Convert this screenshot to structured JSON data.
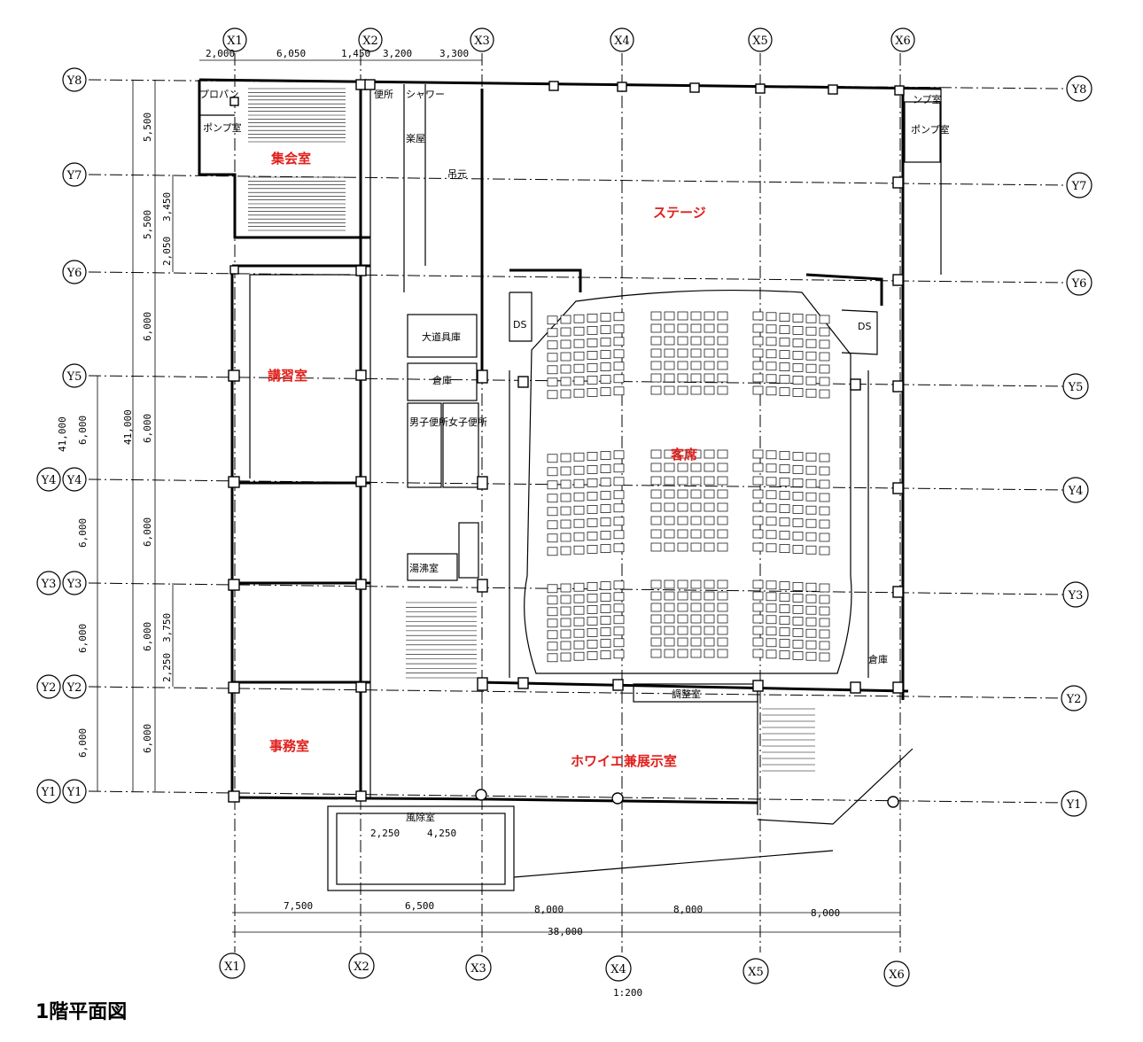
{
  "drawing": {
    "caption": "1階平面図",
    "scale": "1:200"
  },
  "axes_x": [
    "X1",
    "X2",
    "X3",
    "X4",
    "X5",
    "X6"
  ],
  "axes_y": [
    "Y1",
    "Y2",
    "Y3",
    "Y4",
    "Y5",
    "Y6",
    "Y7",
    "Y8"
  ],
  "dims_top": [
    "2,000",
    "6,050",
    "1,450",
    "3,200",
    "3,300"
  ],
  "dims_bottom": [
    "7,500",
    "6,500",
    "8,000",
    "8,000",
    "8,000"
  ],
  "dim_total_x": "38,000",
  "dims_left_outer": [
    "5,500",
    "5,500",
    "6,000",
    "6,000",
    "6,000",
    "6,000",
    "6,000"
  ],
  "dims_left_inner": [
    "3,450",
    "2,050",
    "3,750",
    "2,250"
  ],
  "dim_total_y": "41,000",
  "dims_left_far": [
    "6,000",
    "6,000",
    "6,000",
    "6,000"
  ],
  "dims_entrance": [
    "2,250",
    "4,250"
  ],
  "rooms_main": {
    "assembly": "集会室",
    "stage": "ステージ",
    "lecture": "講習室",
    "audience": "客席",
    "office": "事務室",
    "foyer": "ホワイエ兼展示室"
  },
  "rooms_minor": {
    "propane": "プロパン",
    "pump_left": "ポンプ室",
    "toilet": "便所",
    "shower": "シャワー",
    "dressing": "楽屋",
    "fly": "吊元",
    "props": "大道具庫",
    "storage": "倉庫",
    "mens": "男子便所",
    "womens": "女子便所",
    "kitchen": "湯沸室",
    "pump_right_top": "ンプ室",
    "pump_right": "ポンプ室",
    "ds_left": "DS",
    "ds_right": "DS",
    "storage_right": "倉庫",
    "control": "調整室",
    "windbreak": "風除室"
  },
  "colors": {
    "label_red": "#e0201c"
  }
}
